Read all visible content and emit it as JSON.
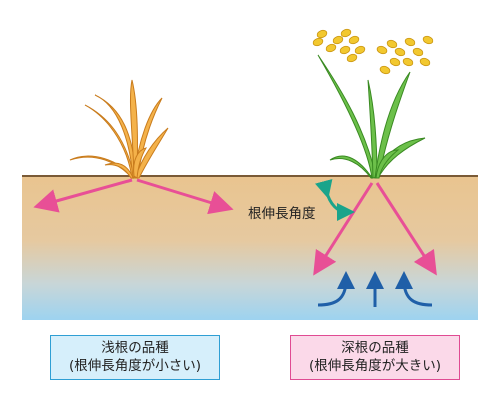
{
  "colors": {
    "soil_top": "#e9c48f",
    "soil_bottom": "#9dd3f0",
    "ground_line": "#7a5a36",
    "root_arrow": "#e84f96",
    "angle_arrow": "#1aa48b",
    "water_arrow": "#1f5fa8",
    "shallow_plant": "#e8a33a",
    "deep_plant_leaf": "#4aa12e",
    "deep_grain": "#f2c82f",
    "shallow_box_bg": "#d6effb",
    "shallow_box_border": "#2f9fd4",
    "deep_box_bg": "#fbd9e9",
    "deep_box_border": "#e04b93"
  },
  "labels": {
    "root_angle": "根伸長角度"
  },
  "shallow_variety": {
    "title": "浅根の品種",
    "subtitle": "(根伸長角度が小さい)"
  },
  "deep_variety": {
    "title": "深根の品種",
    "subtitle": "(根伸長角度が大きい)"
  },
  "icons": {
    "root_arrow": "arrow-icon",
    "water_upflow": "upward-arrow-icon",
    "angle": "curved-double-arrow-icon"
  }
}
